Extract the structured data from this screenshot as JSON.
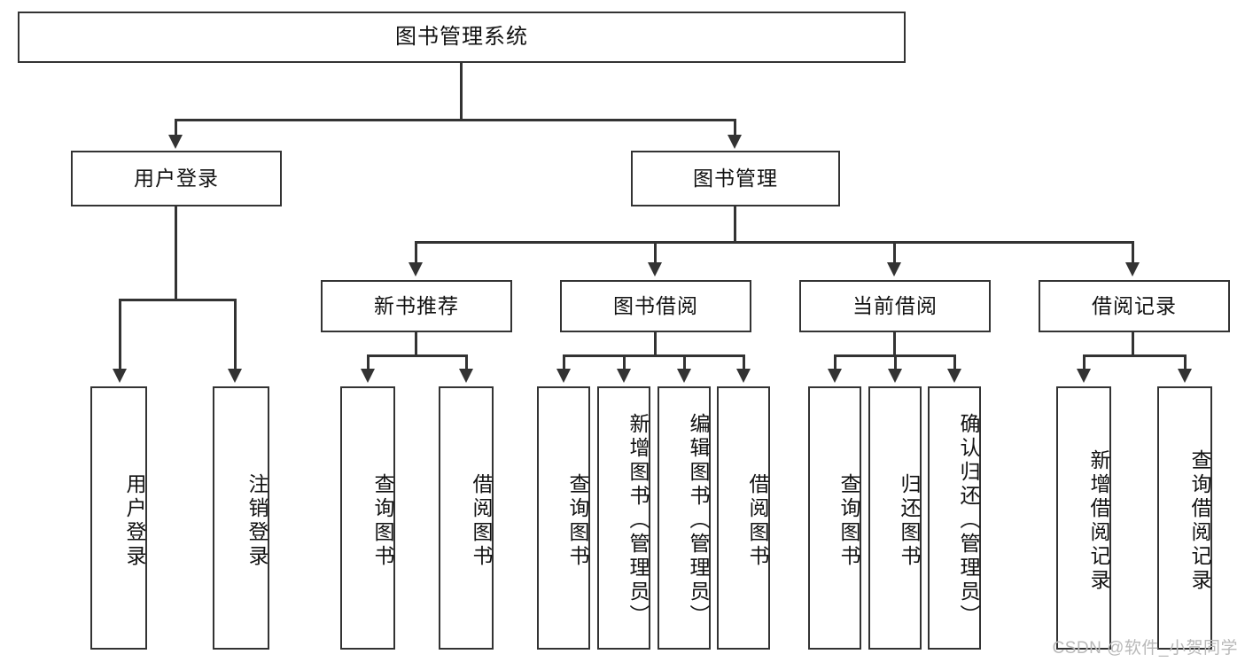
{
  "diagram": {
    "type": "hierarchy-tree",
    "title": "图书管理系统",
    "root": {
      "label": "图书管理系统"
    },
    "level1": [
      {
        "label": "用户登录"
      },
      {
        "label": "图书管理"
      }
    ],
    "level2": [
      {
        "label": "新书推荐"
      },
      {
        "label": "图书借阅"
      },
      {
        "label": "当前借阅"
      },
      {
        "label": "借阅记录"
      }
    ],
    "leaves": {
      "user_login": [
        {
          "label": "用户登录"
        },
        {
          "label": "注销登录"
        }
      ],
      "new_book_recommend": [
        {
          "label": "查询图书"
        },
        {
          "label": "借阅图书"
        }
      ],
      "book_borrow": [
        {
          "label": "查询图书"
        },
        {
          "label": "新增图书（管理员）"
        },
        {
          "label": "编辑图书（管理员）"
        },
        {
          "label": "借阅图书"
        }
      ],
      "current_borrow": [
        {
          "label": "查询图书"
        },
        {
          "label": "归还图书"
        },
        {
          "label": "确认归还（管理员）"
        }
      ],
      "borrow_record": [
        {
          "label": "新增借阅记录"
        },
        {
          "label": "查询借阅记录"
        }
      ]
    }
  },
  "watermark": {
    "text": "CSDN @软件_小贺同学"
  },
  "colors": {
    "stroke": "#333333",
    "background": "#ffffff",
    "text": "#111111",
    "watermark": "#b9b9b9"
  }
}
